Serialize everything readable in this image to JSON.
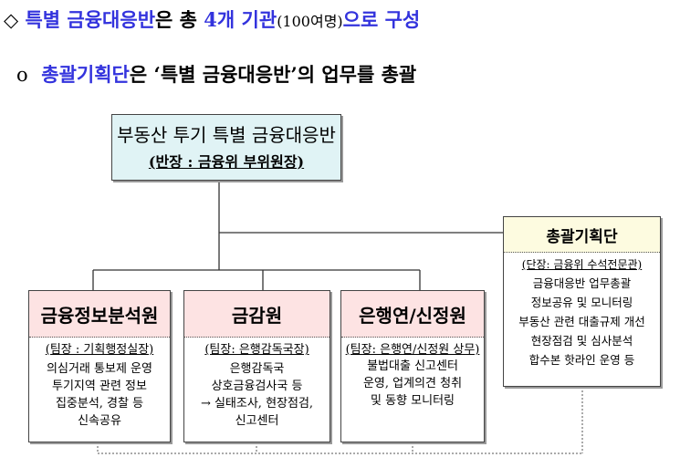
{
  "heading": {
    "part1": "특별 금융대응반",
    "part2": "은 총 ",
    "part3": "4개 기관",
    "part4": "(100여명)",
    "part5": "으로 구성",
    "bullet_icon": "diamond-icon"
  },
  "subheading": {
    "part1": "총괄기획단",
    "part2": "은 ‘특별 금융대응반’의 업무를 총괄"
  },
  "top_box": {
    "title": "부동산 투기 특별 금융대응반",
    "lead": "(반장 : 금융위 부위원장)"
  },
  "units": [
    {
      "name": "금융정보분석원",
      "lead": "(팀장 : 기획행정실장)",
      "lines": [
        "의심거래 통보제 운영",
        "투기지역 관련 정보",
        "집중분석, 경찰 등",
        "신속공유"
      ]
    },
    {
      "name": "금감원",
      "lead": "(팀장: 은행감독국장)",
      "lines": [
        "은행감독국",
        "상호금융검사국 등",
        "→ 실태조사, 현장점검,",
        "신고센터"
      ]
    },
    {
      "name": "은행연/신정원",
      "lead": "(팀장: 은행연/신정원 상무)",
      "lines": [
        "불법대출 신고센터",
        "운영, 업계의견 청취",
        "및 동향 모니터링"
      ]
    }
  ],
  "planning": {
    "name": "총괄기획단",
    "lead": "(단장: 금융위 수석전문관)",
    "lines": [
      "금융대응반 업무총괄",
      "정보공유 및 모니터링",
      "부동산 관련 대출규제 개선",
      "현장점검 및 심사분석",
      "합수본 핫라인 운영 등"
    ]
  },
  "colors": {
    "blue": "#3333dd",
    "top_fill": "#e0f3f5",
    "pink": "#fde3e3",
    "yellow": "#fdfbe0"
  }
}
